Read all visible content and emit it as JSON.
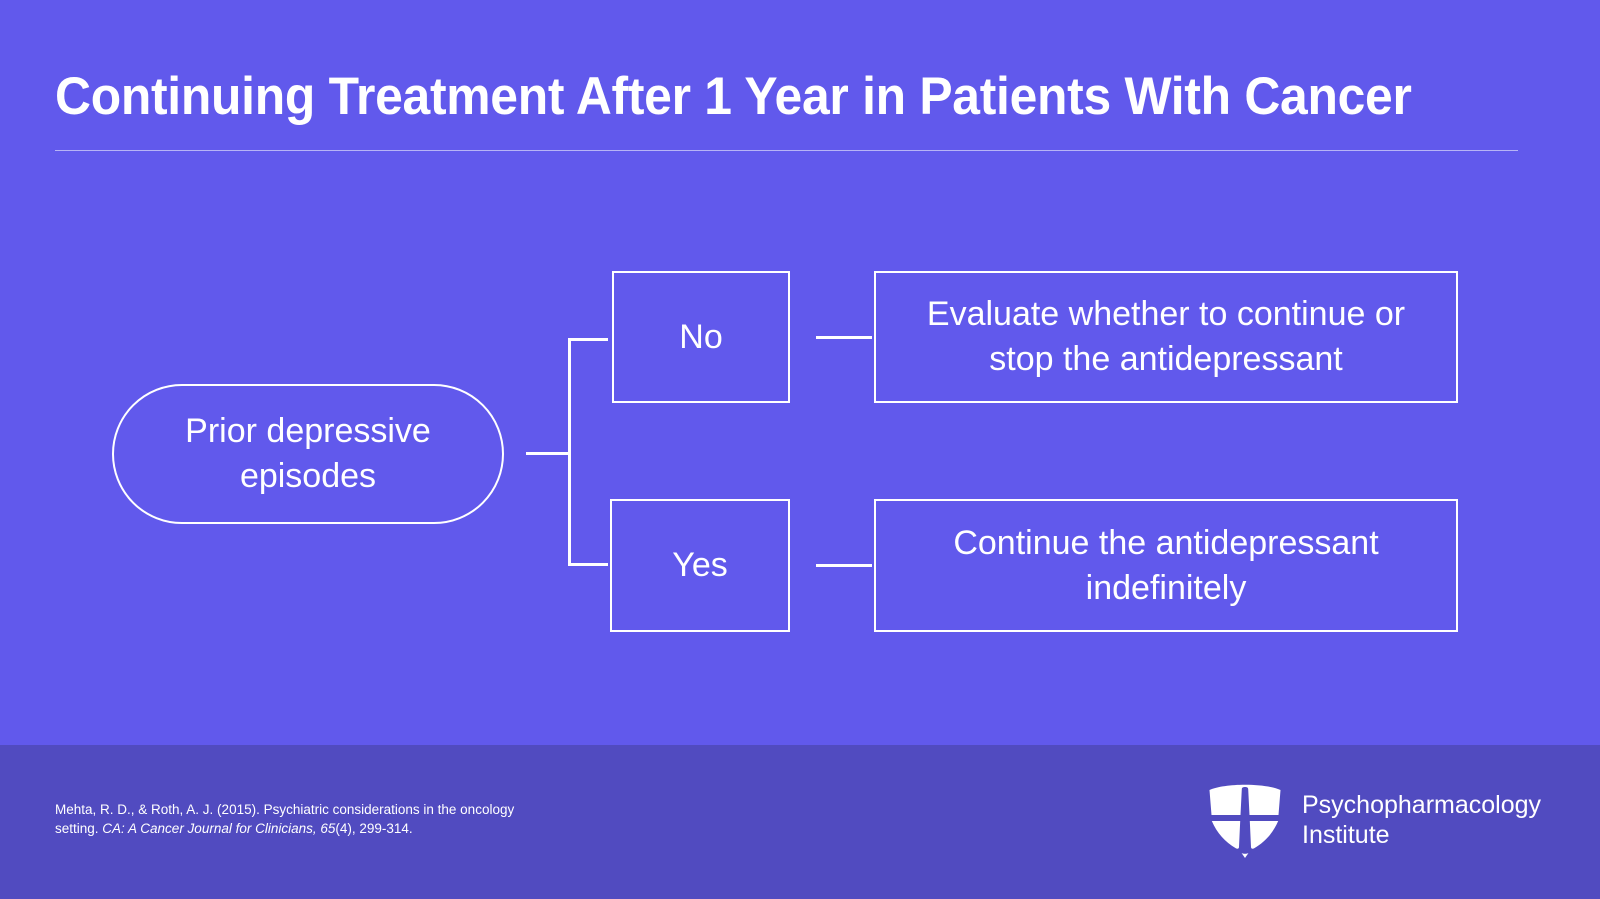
{
  "slide": {
    "title": "Continuing Treatment After 1 Year in Patients With Cancer",
    "background_color": "#6159EC",
    "footer_color": "#514BC0",
    "stroke_color": "#FFFFFF"
  },
  "flowchart": {
    "type": "decision-tree",
    "root": {
      "label": "Prior depressive episodes",
      "shape": "pill"
    },
    "branches": [
      {
        "condition": "No",
        "outcome": "Evaluate whether to continue or stop the antidepressant"
      },
      {
        "condition": "Yes",
        "outcome": "Continue the antidepressant indefinitely"
      }
    ]
  },
  "footer": {
    "citation": {
      "authors_year": "Mehta, R. D., & Roth, A. J. (2015). Psychiatric considerations in the oncology setting. ",
      "journal_italic": "CA: A Cancer Journal for Clinicians, 65",
      "pages": "(4), 299-314."
    },
    "logo": {
      "icon": "shield-quadrant-logo",
      "text": "Psychopharmacology\nInstitute"
    }
  }
}
